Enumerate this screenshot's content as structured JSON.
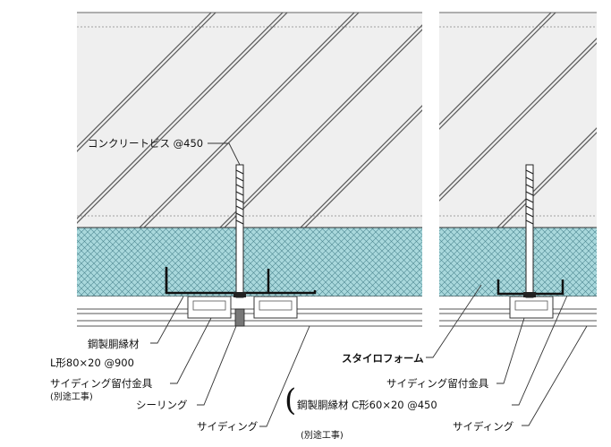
{
  "diagram": {
    "labels": {
      "screw": "コンクリートビス @450",
      "furring_name": "鋼製胴縁材",
      "furring_spec": "L形80×20 @900",
      "clip_left": "サイディング留付金具",
      "clip_left_note": "(別途工事)",
      "sealing": "シーリング",
      "siding_left": "サイディング",
      "foam": "スタイロフォーム",
      "clip_right": "サイディング留付金具",
      "furring_right": "鋼製胴縁材 C形60×20 @450",
      "furring_right_note": "(別途工事)",
      "siding_right": "サイディング"
    },
    "colors": {
      "concrete": "#efefef",
      "insulation": "#a9d8dc",
      "insulation_pattern": "#5a8f98",
      "line": "#333333"
    }
  }
}
